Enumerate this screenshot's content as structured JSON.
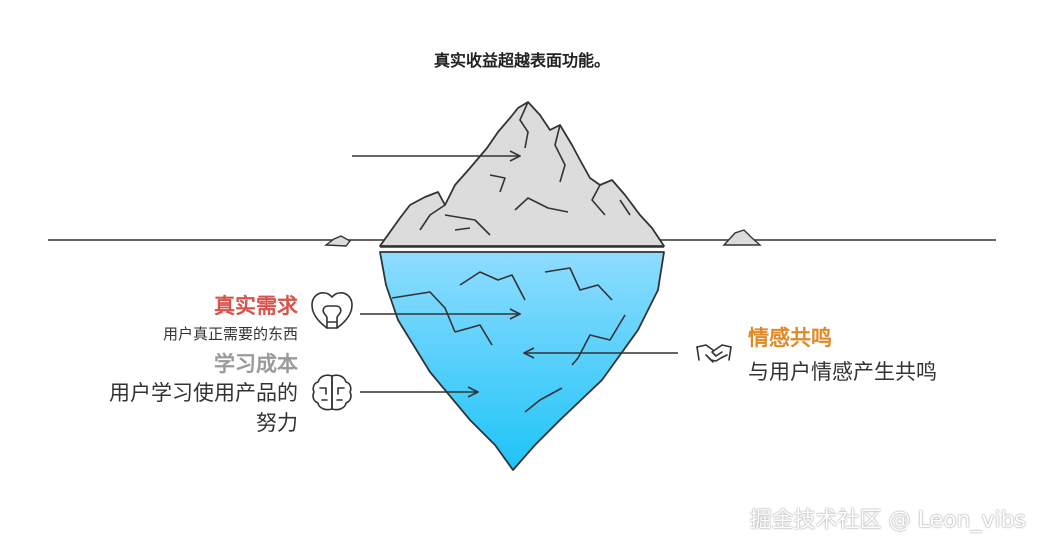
{
  "title": "真实收益超越表面功能。",
  "left_items": [
    {
      "heading": "真实需求",
      "desc": "用户真正需要的东西",
      "icon": "lightbulb-heart-icon"
    },
    {
      "heading": "学习成本",
      "desc_lines": [
        "用户学习使用产品的",
        "努力"
      ],
      "icon": "brain-icon"
    }
  ],
  "right_item": {
    "heading": "情感共鸣",
    "desc": "与用户情感产生共鸣",
    "icon": "handshake-icon"
  },
  "watermark": "掘金技术社区 @ Leon_vibs",
  "colors": {
    "red": "#d9534a",
    "gray": "#9a9a9a",
    "orange": "#e08a27",
    "water_top": "#8fdcff",
    "water_bottom": "#1ec4f7",
    "ice": "#dcdcdc"
  }
}
